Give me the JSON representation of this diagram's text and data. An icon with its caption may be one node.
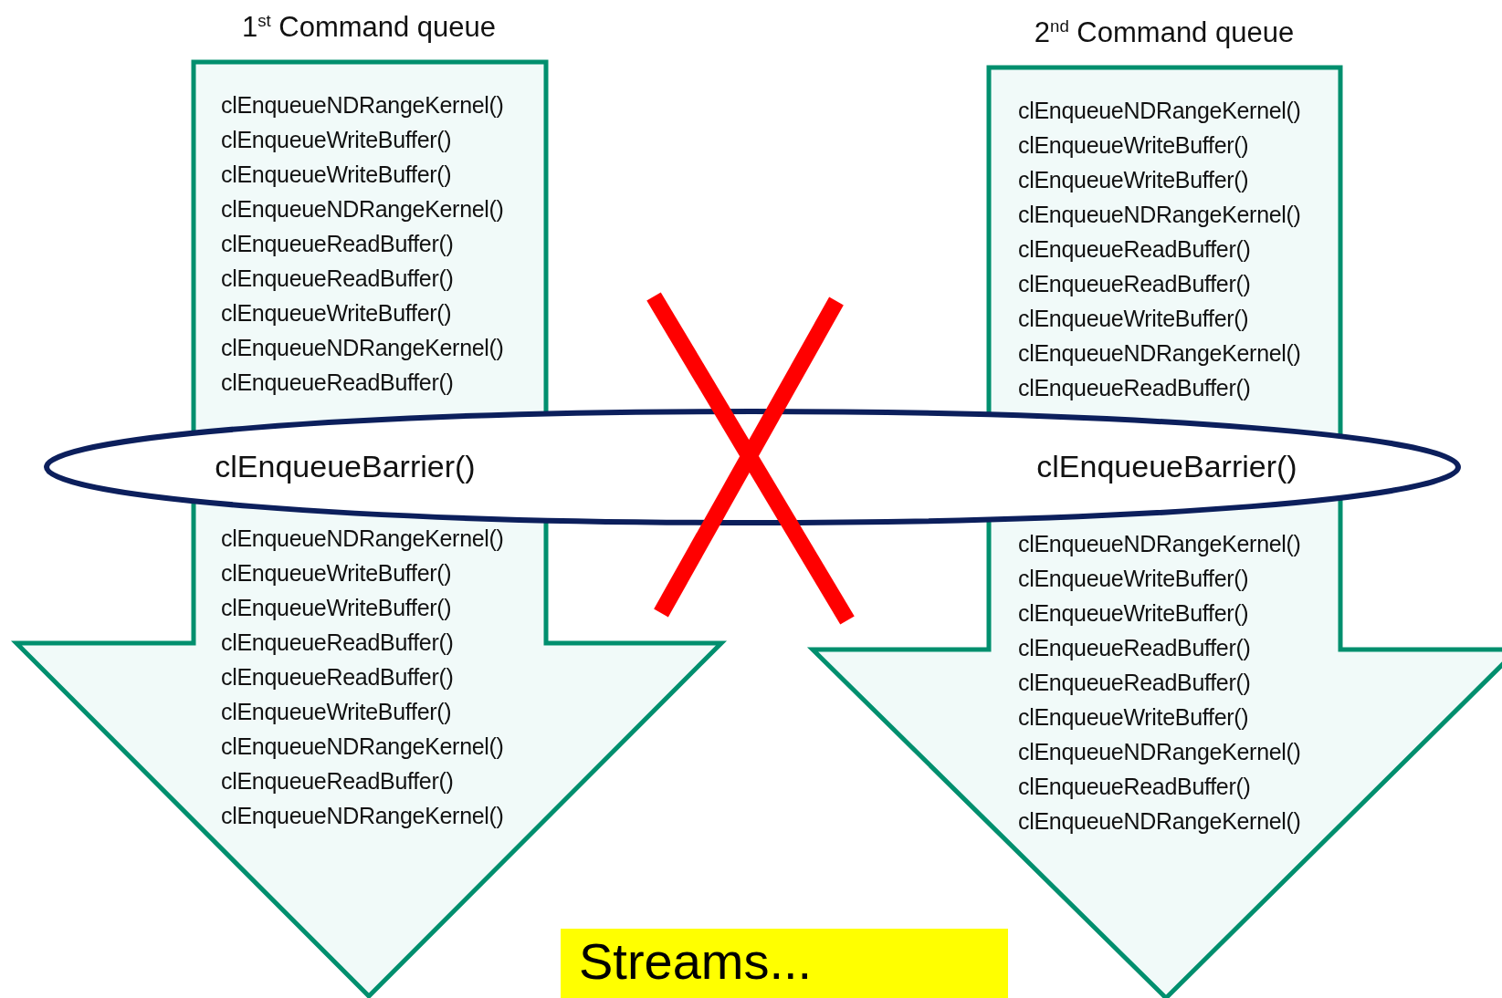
{
  "diagram": {
    "nodes": [
      {
        "text": [
          "1$^{st}$ Command queue",
          "clEnqueueNDRangeKernel()",
          "clEnqueueWriteBuffer()",
          "clEnqueueWriteBuffer()",
          "clEnqueueNDRangeKernel()",
          "clEnqueueReadBuffer()",
          "clEnqueueReadBuffer()",
          "clEnqueueWriteBuffer()",
          "clEnqueueNDRangeKernel()",
          "clEnqueueReadBuffer()",
          "clEnqueueNDRangeKernel()",
          "clEnqueueWriteBuffer()",
          "clEnqueueWriteBuffer()",
          "clEnqueueReadBuffer()",
          "clEnqueueReadBuffer()",
          "clEnqueueWriteBuffer()",
          "clEnqueueNDRangeKernel()",
          "clEnqueueReadBuffer()",
          "clEnqueueNDRangeKernel()"
        ]
      },
      {
        "text": [
          "2$^{nd}$ Command queue",
          "clEnqueueNDRangeKernel()",
          "clEnqueueWriteBuffer()",
          "clEnqueueWriteBuffer()",
          "clEnqueueNDRangeKernel()",
          "clEnqueueReadBuffer()",
          "clEnqueueReadBuffer()",
          "clEnqueueWriteBuffer()",
          "clEnqueueNDRangeKernel()",
          "clEnqueueReadBuffer()",
          "clEnqueueNDRangeKernel()",
          "clEnqueueWriteBuffer()",
          "clEnqueueWriteBuffer()",
          "clEnqueueReadBuffer()",
          "clEnqueueReadBuffer()",
          "clEnqueueWriteBuffer()",
          "clEnqueueNDRangeKernel()",
          "clEnqueueReadBuffer()",
          "clEnqueueNDRangeKernel()"
        ]
      },
      {
        "text": [
          "clEnqueueBarrier()",
          "clEnqueueBarrier()"
        ]
      },
      {
        "text": [
          "Streams..."
        ]
      }
    ],
    "edges": []
  }
}
